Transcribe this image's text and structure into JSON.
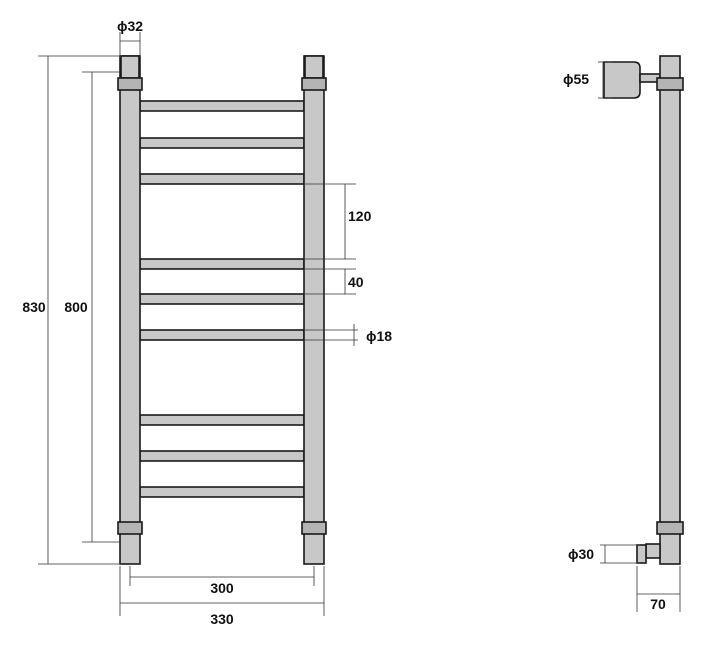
{
  "front_view": {
    "d32": "ϕ32",
    "d18": "ϕ18",
    "h830": "830",
    "h800": "800",
    "gap120": "120",
    "gap40": "40",
    "w300": "300",
    "w330": "330"
  },
  "side_view": {
    "d55": "ϕ55",
    "d30": "ϕ30",
    "w70": "70"
  },
  "colors": {
    "fill": "#c8c8c8",
    "stroke": "#1a1a1a",
    "dimension": "#333333"
  }
}
